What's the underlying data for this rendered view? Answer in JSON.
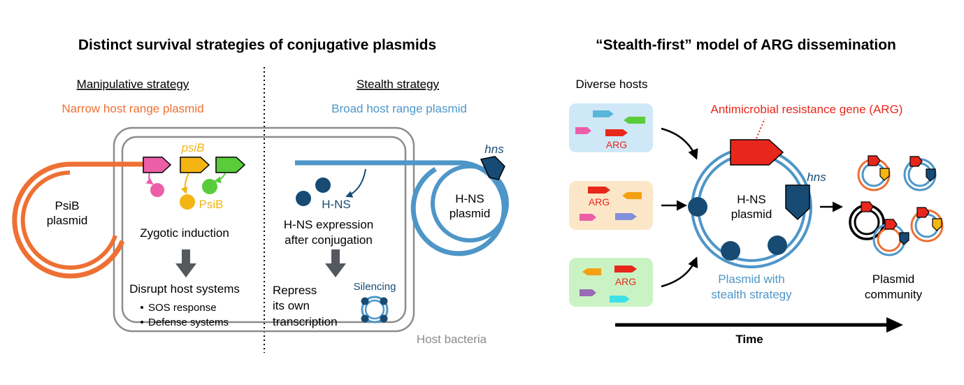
{
  "colors": {
    "orange": "#ee7034",
    "blue": "#4e96c8",
    "navy": "#174b73",
    "red": "#e8271c",
    "gray": "#8c8c8c",
    "arrow_gray": "#55585d",
    "pink": "#ec5ea8",
    "yellow": "#f4b513",
    "green": "#58cc3a"
  },
  "left_panel": {
    "title": "Distinct survival strategies of conjugative plasmids",
    "manipulative": {
      "heading": "Manipulative strategy",
      "subtitle": "Narrow host range plasmid",
      "plasmid_label_line1": "PsiB",
      "plasmid_label_line2": "plasmid",
      "gene_label": "psiB",
      "protein_label": "PsiB",
      "step1": "Zygotic induction",
      "step2": "Disrupt host systems",
      "bullet1": "SOS response",
      "bullet2": "Defense systems"
    },
    "stealth": {
      "heading": "Stealth strategy",
      "subtitle": "Broad host range plasmid",
      "gene_label": "hns",
      "plasmid_label_line1": "H-NS",
      "plasmid_label_line2": "plasmid",
      "protein_label": "H-NS",
      "step1_line1": "H-NS expression",
      "step1_line2": "after conjugation",
      "step2_line1": "Repress",
      "step2_line2": "its own",
      "step2_line3": "transcription",
      "silencing_label": "Silencing"
    },
    "host_label": "Host bacteria"
  },
  "right_panel": {
    "title": "“Stealth-first” model of ARG dissemination",
    "hosts_label": "Diverse hosts",
    "arg_tag": "ARG",
    "arg_label": "Antimicrobial resistance gene (ARG)",
    "plasmid_label_line1": "H-NS",
    "plasmid_label_line2": "plasmid",
    "hns_label": "hns",
    "plasmid_caption_line1": "Plasmid with",
    "plasmid_caption_line2": "stealth strategy",
    "community_line1": "Plasmid",
    "community_line2": "community",
    "time_label": "Time"
  }
}
